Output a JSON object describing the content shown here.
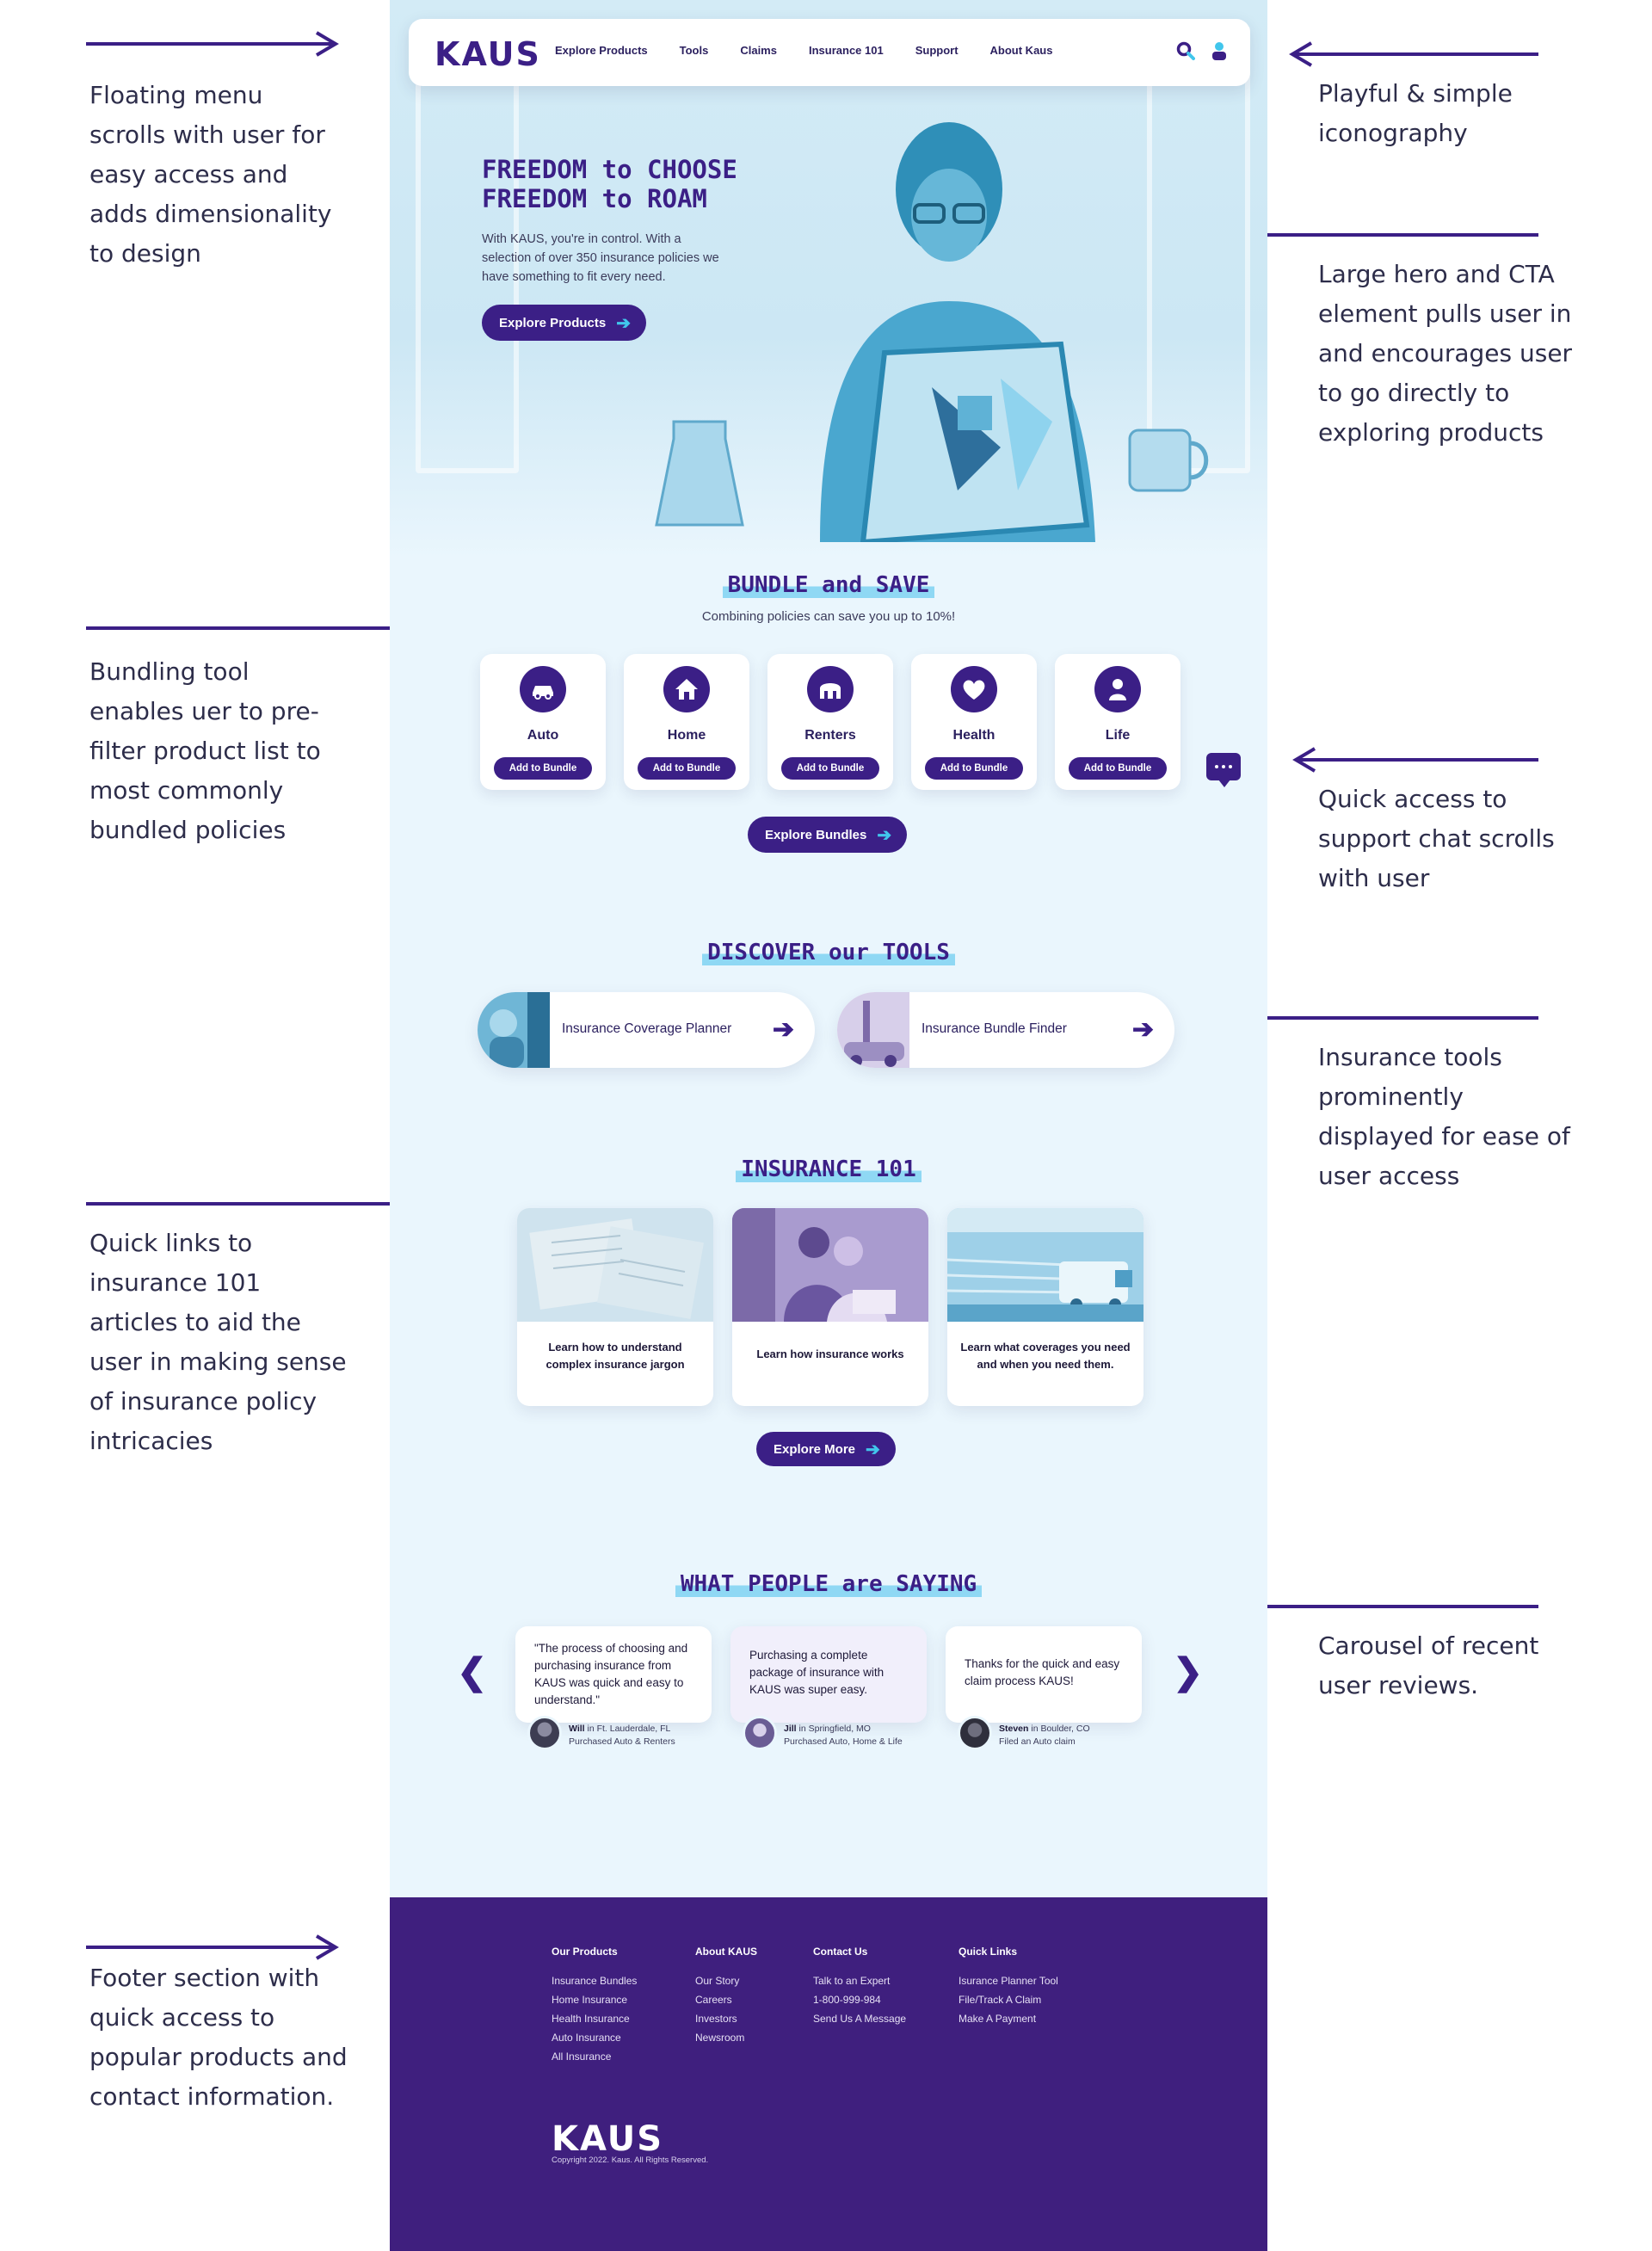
{
  "annotations": {
    "floating_menu": "Floating menu scrolls with user for easy access and adds dimensionality to design",
    "iconography": "Playful & simple iconography",
    "hero": "Large hero and CTA element pulls user in and encourages user to go directly to exploring products",
    "bundling": "Bundling tool enables uer to pre-filter product list to most commonly bundled policies",
    "chat": "Quick access to support chat scrolls with user",
    "tools": "Insurance tools prominently displayed for ease of user access",
    "insurance101": "Quick links to insurance 101 articles to aid the user in making sense of insurance policy intricacies",
    "carousel": "Carousel of recent user reviews.",
    "footer": "Footer section with quick access to popular products and contact information."
  },
  "nav": {
    "logo": "KAUS",
    "links": [
      "Explore Products",
      "Tools",
      "Claims",
      "Insurance 101",
      "Support",
      "About Kaus"
    ],
    "icons": [
      "search-icon",
      "user-icon"
    ]
  },
  "hero": {
    "title_line1": "FREEDOM to CHOOSE",
    "title_line2": "FREEDOM to ROAM",
    "subtitle": "With KAUS, you're in control.  With a selection of over 350 insurance policies we have something to fit every need.",
    "cta": "Explore Products"
  },
  "bundle": {
    "title": "BUNDLE and SAVE",
    "subtitle": "Combining policies can save you up to 10%!",
    "items": [
      {
        "label": "Auto",
        "icon": "car-icon",
        "button": "Add to Bundle"
      },
      {
        "label": "Home",
        "icon": "house-icon",
        "button": "Add to Bundle"
      },
      {
        "label": "Renters",
        "icon": "storefront-icon",
        "button": "Add to Bundle"
      },
      {
        "label": "Health",
        "icon": "heart-icon",
        "button": "Add to Bundle"
      },
      {
        "label": "Life",
        "icon": "person-icon",
        "button": "Add to Bundle"
      }
    ],
    "cta": "Explore Bundles"
  },
  "tools": {
    "title": "DISCOVER our TOOLS",
    "items": [
      {
        "name": "Insurance Coverage Planner"
      },
      {
        "name": "Insurance Bundle Finder"
      }
    ]
  },
  "insurance101": {
    "title": "INSURANCE 101",
    "articles": [
      {
        "text": "Learn how to understand complex insurance jargon"
      },
      {
        "text": "Learn how insurance works"
      },
      {
        "text": "Learn what coverages you need and when you need them."
      }
    ],
    "cta": "Explore More"
  },
  "reviews": {
    "title": "WHAT PEOPLE are SAYING",
    "items": [
      {
        "quote": "\"The process of choosing and purchasing insurance from KAUS was quick and easy to understand.\"",
        "name": "Will",
        "location": " in Ft. Lauderdale, FL",
        "detail": "Purchased Auto & Renters"
      },
      {
        "quote": "Purchasing a complete package of insurance with KAUS was super easy.",
        "name": "Jill",
        "location": " in Springfield, MO",
        "detail": "Purchased Auto, Home & Life"
      },
      {
        "quote": "Thanks for the quick and easy claim process KAUS!",
        "name": "Steven",
        "location": " in Boulder, CO",
        "detail": "Filed an Auto claim"
      }
    ]
  },
  "footer": {
    "columns": [
      {
        "heading": "Our Products",
        "links": [
          "Insurance Bundles",
          "Home Insurance",
          "Health Insurance",
          "Auto Insurance",
          "All Insurance"
        ]
      },
      {
        "heading": "About KAUS",
        "links": [
          "Our Story",
          "Careers",
          "Investors",
          "Newsroom"
        ]
      },
      {
        "heading": "Contact Us",
        "links": [
          "Talk to an Expert",
          "1-800-999-984",
          "Send Us A Message"
        ]
      },
      {
        "heading": "Quick Links",
        "links": [
          "Isurance Planner Tool",
          "File/Track A Claim",
          "Make A Payment"
        ]
      }
    ],
    "logo": "KAUS",
    "copyright": "Copyright 2022. Kaus. All Rights Reserved."
  },
  "colors": {
    "brand": "#3b1f86",
    "accent": "#41c6ec",
    "background": "#eaf6fd",
    "footer": "#3f1f7e"
  }
}
